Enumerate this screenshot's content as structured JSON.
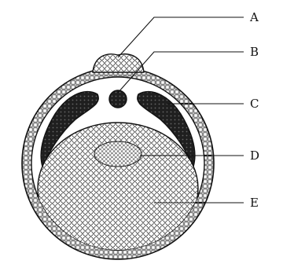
{
  "labels": {
    "a": "A",
    "b": "B",
    "c": "C",
    "d": "D",
    "e": "E"
  },
  "colors": {
    "ink": "#111111",
    "dark_region": "#1f1f1f",
    "background": "#ffffff"
  }
}
